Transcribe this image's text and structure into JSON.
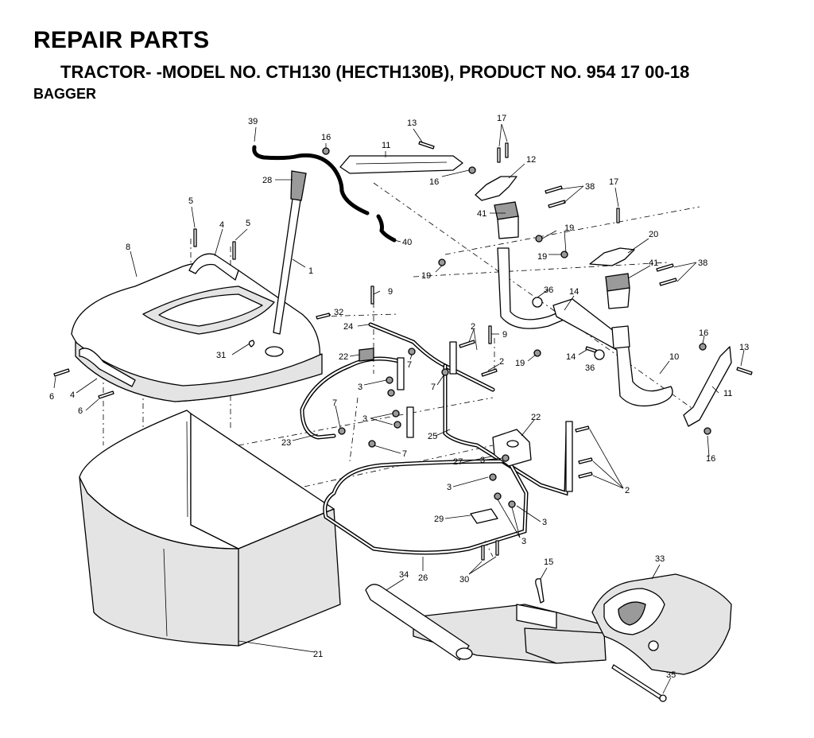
{
  "header": {
    "title": "REPAIR PARTS",
    "subtitle": "TRACTOR- -MODEL NO. CTH130 (HECTH130B), PRODUCT NO. 954 17 00-18",
    "section": "BAGGER"
  },
  "callouts": [
    {
      "id": "c39",
      "label": "39"
    },
    {
      "id": "c16a",
      "label": "16"
    },
    {
      "id": "c11a",
      "label": "11"
    },
    {
      "id": "c13a",
      "label": "13"
    },
    {
      "id": "c17a",
      "label": "17"
    },
    {
      "id": "c12",
      "label": "12"
    },
    {
      "id": "c28",
      "label": "28"
    },
    {
      "id": "c16b",
      "label": "16"
    },
    {
      "id": "c38a",
      "label": "38"
    },
    {
      "id": "c17b",
      "label": "17"
    },
    {
      "id": "c5a",
      "label": "5"
    },
    {
      "id": "c41a",
      "label": "41"
    },
    {
      "id": "c4a",
      "label": "4"
    },
    {
      "id": "c5b",
      "label": "5"
    },
    {
      "id": "c40",
      "label": "40"
    },
    {
      "id": "c19a",
      "label": "19"
    },
    {
      "id": "c20",
      "label": "20"
    },
    {
      "id": "c8",
      "label": "8"
    },
    {
      "id": "c19b",
      "label": "19"
    },
    {
      "id": "c41b",
      "label": "41"
    },
    {
      "id": "c38b",
      "label": "38"
    },
    {
      "id": "c1",
      "label": "1"
    },
    {
      "id": "c19c",
      "label": "19"
    },
    {
      "id": "c36a",
      "label": "36"
    },
    {
      "id": "c14a",
      "label": "14"
    },
    {
      "id": "c9a",
      "label": "9"
    },
    {
      "id": "c32",
      "label": "32"
    },
    {
      "id": "c24",
      "label": "24"
    },
    {
      "id": "c2a",
      "label": "2"
    },
    {
      "id": "c9b",
      "label": "9"
    },
    {
      "id": "c16c",
      "label": "16"
    },
    {
      "id": "c13b",
      "label": "13"
    },
    {
      "id": "c31",
      "label": "31"
    },
    {
      "id": "c22a",
      "label": "22"
    },
    {
      "id": "c7a",
      "label": "7"
    },
    {
      "id": "c19d",
      "label": "19"
    },
    {
      "id": "c14b",
      "label": "14"
    },
    {
      "id": "c36b",
      "label": "36"
    },
    {
      "id": "c10",
      "label": "10"
    },
    {
      "id": "c2b",
      "label": "2"
    },
    {
      "id": "c6a",
      "label": "6"
    },
    {
      "id": "c4b",
      "label": "4"
    },
    {
      "id": "c3a",
      "label": "3"
    },
    {
      "id": "c7b",
      "label": "7"
    },
    {
      "id": "c11b",
      "label": "11"
    },
    {
      "id": "c6b",
      "label": "6"
    },
    {
      "id": "c3b",
      "label": "3"
    },
    {
      "id": "c7c",
      "label": "7"
    },
    {
      "id": "c22b",
      "label": "22"
    },
    {
      "id": "c16d",
      "label": "16"
    },
    {
      "id": "c23",
      "label": "23"
    },
    {
      "id": "c25",
      "label": "25"
    },
    {
      "id": "c7d",
      "label": "7"
    },
    {
      "id": "c27",
      "label": "27"
    },
    {
      "id": "c3c",
      "label": "3"
    },
    {
      "id": "c3d",
      "label": "3"
    },
    {
      "id": "c2c",
      "label": "2"
    },
    {
      "id": "c29",
      "label": "29"
    },
    {
      "id": "c3e",
      "label": "3"
    },
    {
      "id": "c3f",
      "label": "3"
    },
    {
      "id": "c30",
      "label": "30"
    },
    {
      "id": "c26",
      "label": "26"
    },
    {
      "id": "c15",
      "label": "15"
    },
    {
      "id": "c33",
      "label": "33"
    },
    {
      "id": "c34",
      "label": "34"
    },
    {
      "id": "c21",
      "label": "21"
    },
    {
      "id": "c35",
      "label": "35"
    }
  ]
}
